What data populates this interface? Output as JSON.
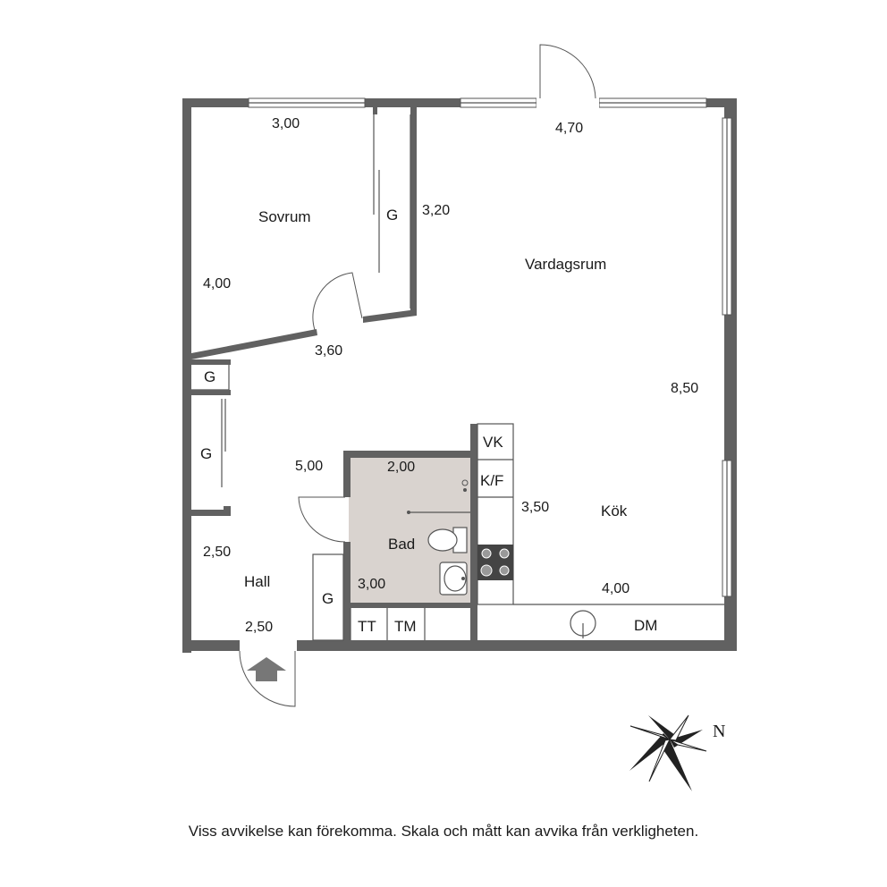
{
  "rooms": {
    "sovrum": "Sovrum",
    "vardagsrum": "Vardagsrum",
    "kok": "Kök",
    "bad": "Bad",
    "hall": "Hall"
  },
  "fixtures": {
    "g_bedroom": "G",
    "g_small": "G",
    "g_hall": "G",
    "g_bath": "G",
    "vk": "VK",
    "kf": "K/F",
    "tt": "TT",
    "tm": "TM",
    "dm": "DM"
  },
  "dimensions": {
    "sovrum_width": "3,00",
    "sovrum_height": "4,00",
    "sovrum_diag": "3,60",
    "wardrobe_height": "3,20",
    "vardagsrum_width": "4,70",
    "vardagsrum_height": "8,50",
    "hall_width": "2,50",
    "hall_height": "2,50",
    "bad_width": "2,00",
    "bad_height": "3,00",
    "bath_side": "5,00",
    "kok_height": "3,50",
    "kok_width": "4,00"
  },
  "compass": {
    "label": "N"
  },
  "disclaimer": "Viss avvikelse kan förekomma. Skala och mått kan avvika från verkligheten.",
  "colors": {
    "wall": "#616161",
    "bath_floor": "#d9d3cf"
  }
}
